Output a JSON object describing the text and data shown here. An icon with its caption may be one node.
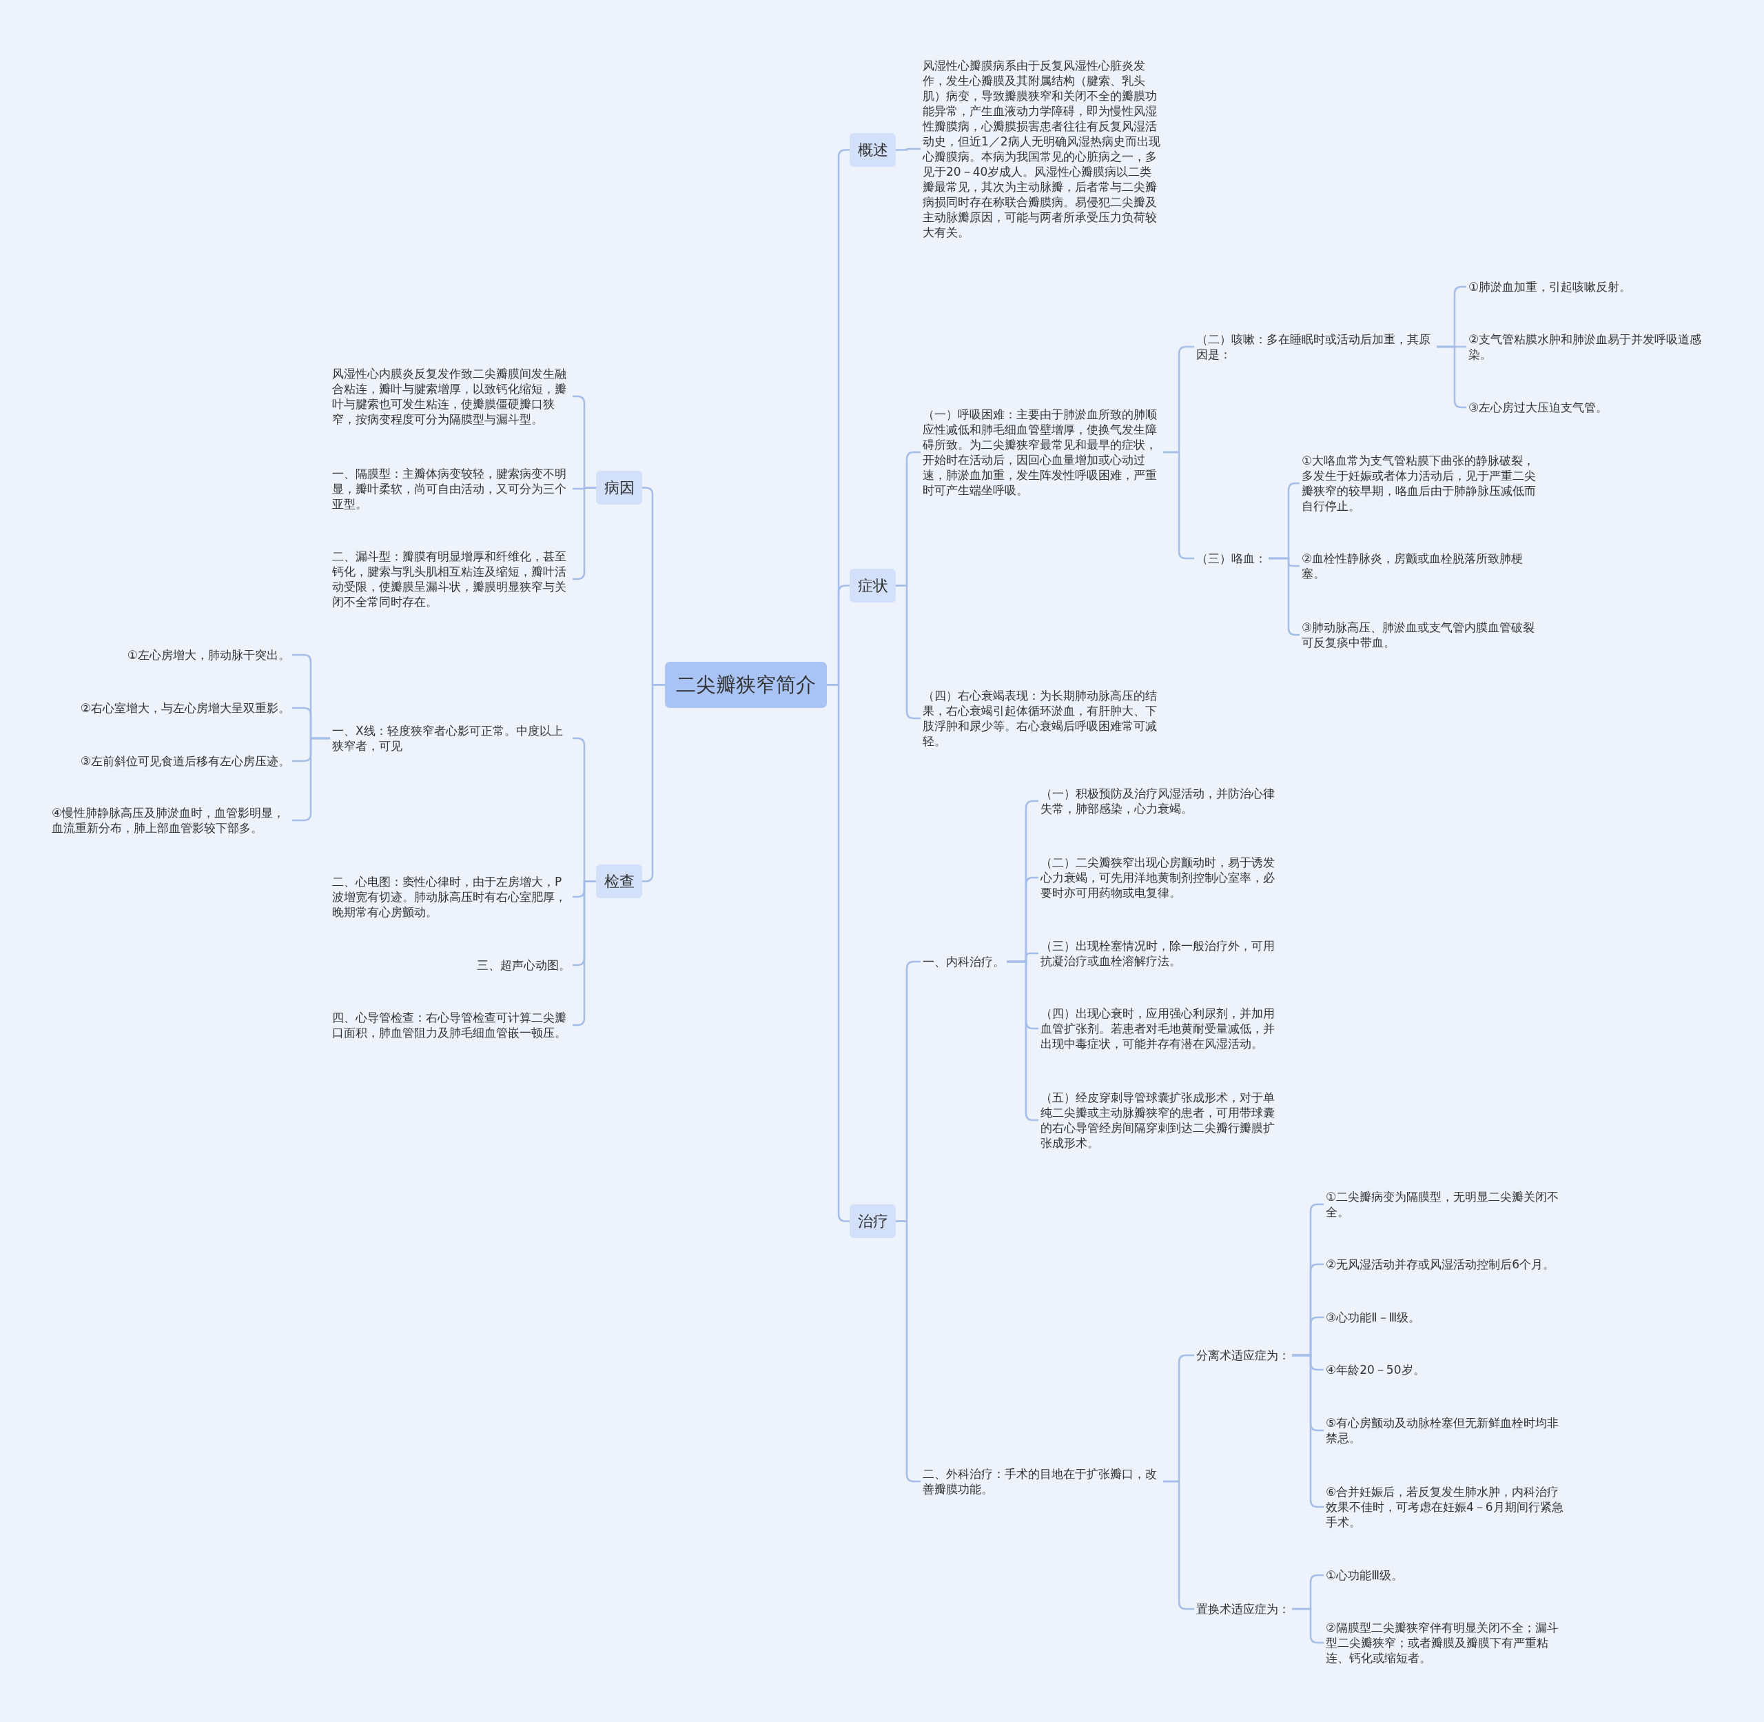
{
  "diagram": {
    "nodes": [
      {
        "text": [
          "二尖瓣狭窄简介"
        ]
      },
      {
        "text": [
          "概述"
        ]
      },
      {
        "text": [
          "风湿性心瓣膜病系由于反复风湿性心脏炎发作，发生心瓣膜及其附属结构（腱索、乳头肌）病变，导致瓣膜狭窄和关闭不全的瓣膜功能异常，产生血液动力学障碍，即为慢性风湿性瓣膜病，心瓣膜损害患者往往有反复风湿活动史，但近1／2病人无明确风湿热病史而出现心瓣膜病。本病为我国常见的心脏病之一，多见于20－40岁成人。风湿性心瓣膜病以二类瓣最常见，其次为主动脉瓣，后者常与二尖瓣病损同时存在称联合瓣膜病。易侵犯二尖瓣及主动脉瓣原因，可能与两者所承受压力负荷较大有关。"
        ]
      },
      {
        "text": [
          "症状"
        ]
      },
      {
        "text": [
          "（一）呼吸困难：主要由于肺淤血所致的肺顺应性减低和肺毛细血管壁增厚，使换气发生障碍所致。为二尖瓣狭窄最常见和最早的症状，开始时在活动后，因回心血量增加或心动过速，肺淤血加重，发生阵发性呼吸困难，严重时可产生端坐呼吸。"
        ]
      },
      {
        "text": [
          "（二）咳嗽：多在睡眠时或活动后加重，其原因是："
        ]
      },
      {
        "text": [
          "①肺淤血加重，引起咳嗽反射。"
        ]
      },
      {
        "text": [
          "②支气管粘膜水肿和肺淤血易于并发呼吸道感染。"
        ]
      },
      {
        "text": [
          "③左心房过大压迫支气管。"
        ]
      },
      {
        "text": [
          "（三）咯血："
        ]
      },
      {
        "text": [
          "①大咯血常为支气管粘膜下曲张的静脉破裂，多发生于妊娠或者体力活动后，见于严重二尖瓣狭窄的较早期，咯血后由于肺静脉压减低而自行停止。"
        ]
      },
      {
        "text": [
          "②血栓性静脉炎，房颤或血栓脱落所致肺梗塞。"
        ]
      },
      {
        "text": [
          "③肺动脉高压、肺淤血或支气管内膜血管破裂可反复痰中带血。"
        ]
      },
      {
        "text": [
          "（四）右心衰竭表现：为长期肺动脉高压的结果，右心衰竭引起体循环淤血，有肝肿大、下肢浮肿和尿少等。右心衰竭后呼吸困难常可减轻。"
        ]
      },
      {
        "text": [
          "治疗"
        ]
      },
      {
        "text": [
          "一、内科治疗。"
        ]
      },
      {
        "text": [
          "（一）积极预防及治疗风湿活动，并防治心律失常，肺部感染，心力衰竭。"
        ]
      },
      {
        "text": [
          "（二）二尖瓣狭窄出现心房颤动时，易于诱发心力衰竭，可先用洋地黄制剂控制心室率，必要时亦可用药物或电复律。"
        ]
      },
      {
        "text": [
          "（三）出现栓塞情况时，除一般治疗外，可用抗凝治疗或血栓溶解疗法。"
        ]
      },
      {
        "text": [
          "（四）出现心衰时，应用强心利尿剂，并加用血管扩张剂。若患者对毛地黄耐受量减低，并出现中毒症状，可能并存有潜在风湿活动。"
        ]
      },
      {
        "text": [
          "（五）经皮穿刺导管球囊扩张成形术，对于单纯二尖瓣或主动脉瓣狭窄的患者，可用带球囊的右心导管经房间隔穿刺到达二尖瓣行瓣膜扩张成形术。"
        ]
      },
      {
        "text": [
          "二、外科治疗：手术的目地在于扩张瓣口，改善瓣膜功能。"
        ]
      },
      {
        "text": [
          "分离术适应症为："
        ]
      },
      {
        "text": [
          "①二尖瓣病变为隔膜型，无明显二尖瓣关闭不全。"
        ]
      },
      {
        "text": [
          "②无风湿活动并存或风湿活动控制后6个月。"
        ]
      },
      {
        "text": [
          "③心功能Ⅱ－Ⅲ级。"
        ]
      },
      {
        "text": [
          "④年龄20－50岁。"
        ]
      },
      {
        "text": [
          "⑤有心房颤动及动脉栓塞但无新鲜血栓时均非禁忌。"
        ]
      },
      {
        "text": [
          "⑥合并妊娠后，若反复发生肺水肿，内科治疗效果不佳时，可考虑在妊娠4－6月期间行紧急手术。"
        ]
      },
      {
        "text": [
          "置换术适应症为："
        ]
      },
      {
        "text": [
          "①心功能Ⅲ级。"
        ]
      },
      {
        "text": [
          "②隔膜型二尖瓣狭窄伴有明显关闭不全；漏斗型二尖瓣狭窄；或者瓣膜及瓣膜下有严重粘连、钙化或缩短者。"
        ]
      },
      {
        "text": [
          "病因"
        ]
      },
      {
        "text": [
          "风湿性心内膜炎反复发作致二尖瓣膜间发生融合粘连，瓣叶与腱索增厚，以致钙化缩短，瓣叶与腱索也可发生粘连，使瓣膜僵硬瓣口狭窄，按病变程度可分为隔膜型与漏斗型。"
        ]
      },
      {
        "text": [
          "一、隔膜型：主瓣体病变较轻，腱索病变不明显，瓣叶柔软，尚可自由活动，又可分为三个亚型。"
        ]
      },
      {
        "text": [
          "二、漏斗型：瓣膜有明显增厚和纤维化，甚至钙化，腱索与乳头肌相互粘连及缩短，瓣叶活动受限，使瓣膜呈漏斗状，瓣膜明显狭窄与关闭不全常同时存在。"
        ]
      },
      {
        "text": [
          "检查"
        ]
      },
      {
        "text": [
          "一、X线：轻度狭窄者心影可正常。中度以上狭窄者，可见"
        ]
      },
      {
        "text": [
          "①左心房增大，肺动脉干突出。"
        ]
      },
      {
        "text": [
          "②右心室增大，与左心房增大呈双重影。"
        ]
      },
      {
        "text": [
          "③左前斜位可见食道后移有左心房压迹。"
        ]
      },
      {
        "text": [
          "④慢性肺静脉高压及肺淤血时，血管影明显，血流重新分布，肺上部血管影较下部多。"
        ]
      },
      {
        "text": [
          "二、心电图：窦性心律时，由于左房增大，P波增宽有切迹。肺动脉高压时有右心室肥厚，晚期常有心房颤动。"
        ]
      },
      {
        "text": [
          "三、超声心动图。"
        ]
      },
      {
        "text": [
          "四、心导管检查：右心导管检查可计算二尖瓣口面积，肺血管阻力及肺毛细血管嵌一顿压。"
        ]
      }
    ],
    "edges": [
      {
        "from": 0,
        "to": 1,
        "arrow": "none"
      },
      {
        "from": 1,
        "to": 2,
        "arrow": "none"
      },
      {
        "from": 0,
        "to": 3,
        "arrow": "none"
      },
      {
        "from": 3,
        "to": 4,
        "arrow": "none"
      },
      {
        "from": 4,
        "to": 5,
        "arrow": "none"
      },
      {
        "from": 5,
        "to": 6,
        "arrow": "none"
      },
      {
        "from": 5,
        "to": 7,
        "arrow": "none"
      },
      {
        "from": 5,
        "to": 8,
        "arrow": "none"
      },
      {
        "from": 4,
        "to": 9,
        "arrow": "none"
      },
      {
        "from": 9,
        "to": 10,
        "arrow": "none"
      },
      {
        "from": 9,
        "to": 11,
        "arrow": "none"
      },
      {
        "from": 9,
        "to": 12,
        "arrow": "none"
      },
      {
        "from": 3,
        "to": 13,
        "arrow": "none"
      },
      {
        "from": 0,
        "to": 14,
        "arrow": "none"
      },
      {
        "from": 14,
        "to": 15,
        "arrow": "none"
      },
      {
        "from": 15,
        "to": 16,
        "arrow": "none"
      },
      {
        "from": 15,
        "to": 17,
        "arrow": "none"
      },
      {
        "from": 15,
        "to": 18,
        "arrow": "none"
      },
      {
        "from": 15,
        "to": 19,
        "arrow": "none"
      },
      {
        "from": 15,
        "to": 20,
        "arrow": "none"
      },
      {
        "from": 14,
        "to": 21,
        "arrow": "none"
      },
      {
        "from": 21,
        "to": 22,
        "arrow": "none"
      },
      {
        "from": 22,
        "to": 23,
        "arrow": "none"
      },
      {
        "from": 22,
        "to": 24,
        "arrow": "none"
      },
      {
        "from": 22,
        "to": 25,
        "arrow": "none"
      },
      {
        "from": 22,
        "to": 26,
        "arrow": "none"
      },
      {
        "from": 22,
        "to": 27,
        "arrow": "none"
      },
      {
        "from": 22,
        "to": 28,
        "arrow": "none"
      },
      {
        "from": 21,
        "to": 29,
        "arrow": "none"
      },
      {
        "from": 29,
        "to": 30,
        "arrow": "none"
      },
      {
        "from": 29,
        "to": 31,
        "arrow": "none"
      },
      {
        "from": 0,
        "to": 32,
        "arrow": "none"
      },
      {
        "from": 32,
        "to": 33,
        "arrow": "none"
      },
      {
        "from": 32,
        "to": 34,
        "arrow": "none"
      },
      {
        "from": 32,
        "to": 35,
        "arrow": "none"
      },
      {
        "from": 0,
        "to": 36,
        "arrow": "none"
      },
      {
        "from": 36,
        "to": 37,
        "arrow": "none"
      },
      {
        "from": 37,
        "to": 38,
        "arrow": "none"
      },
      {
        "from": 37,
        "to": 39,
        "arrow": "none"
      },
      {
        "from": 37,
        "to": 40,
        "arrow": "none"
      },
      {
        "from": 37,
        "to": 41,
        "arrow": "none"
      },
      {
        "from": 36,
        "to": 42,
        "arrow": "none"
      },
      {
        "from": 36,
        "to": 43,
        "arrow": "none"
      },
      {
        "from": 36,
        "to": 44,
        "arrow": "none"
      }
    ]
  }
}
